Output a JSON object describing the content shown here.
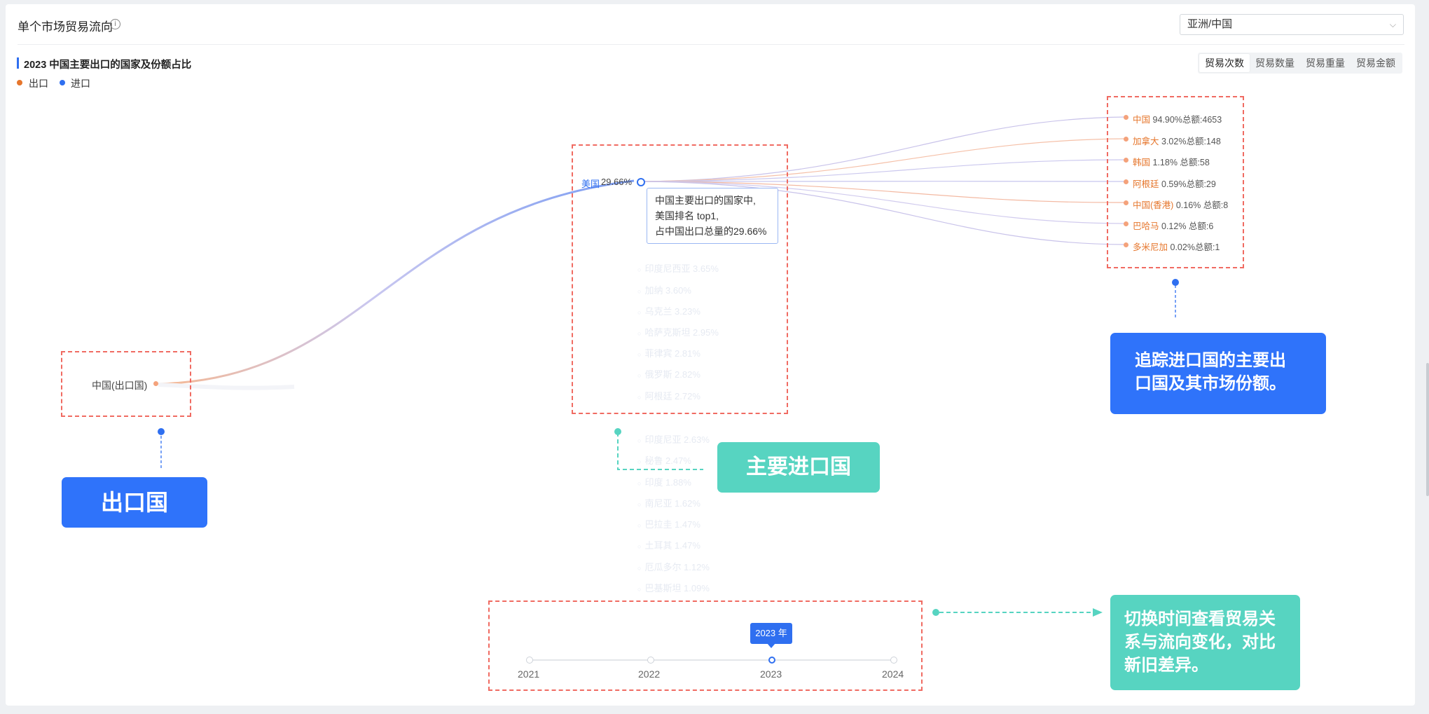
{
  "header": {
    "title": "单个市场贸易流向",
    "info_icon": "info-circle-icon",
    "region_select": {
      "value": "亚洲/中国",
      "icon": "chevron-down-icon"
    }
  },
  "chart_header": {
    "title": "2023 中国主要出口的国家及份额占比",
    "legend": [
      {
        "label": "出口",
        "color": "#e6762c"
      },
      {
        "label": "进口",
        "color": "#2f6ff0"
      }
    ],
    "metric_tabs": [
      "贸易次数",
      "贸易数量",
      "贸易重量",
      "贸易金额"
    ],
    "active_metric": "贸易次数"
  },
  "flow": {
    "origin": {
      "label": "中国(出口国)"
    },
    "selected": {
      "name": "美国",
      "pct": "29.66%"
    },
    "tooltip": [
      "中国主要出口的国家中,",
      "美国排名 top1,",
      "占中国出口总量的29.66%"
    ],
    "faded_items": [
      "印度尼西亚 3.65%",
      "加纳 3.60%",
      "乌克兰 3.23%",
      "哈萨克斯坦 2.95%",
      "菲律宾 2.81%",
      "俄罗斯 2.82%",
      "阿根廷 2.72%",
      "印度尼亚 2.63%",
      "秘鲁 2.47%",
      "印度 1.88%",
      "南尼亚 1.62%",
      "巴拉圭 1.47%",
      "土耳其 1.47%",
      "厄瓜多尔 1.12%",
      "巴基斯坦 1.09%"
    ],
    "destinations": [
      {
        "name": "中国",
        "stats": "94.90%总额:4653"
      },
      {
        "name": "加拿大",
        "stats": "3.02%总额:148"
      },
      {
        "name": "韩国",
        "stats": "1.18% 总额:58"
      },
      {
        "name": "阿根廷",
        "stats": "0.59%总额:29"
      },
      {
        "name": "中国(香港)",
        "stats": "0.16% 总额:8"
      },
      {
        "name": "巴哈马",
        "stats": "0.12% 总额:6"
      },
      {
        "name": "多米尼加",
        "stats": "0.02%总额:1"
      }
    ]
  },
  "callouts": {
    "exporter": "出口国",
    "main_importer": "主要进口国",
    "trace": "追踪进口国的主要出口国及其市场份额。",
    "time_switch": "切换时间查看贸易关系与流向变化，对比新旧差异。"
  },
  "timeline": {
    "years": [
      "2021",
      "2022",
      "2023",
      "2024"
    ],
    "selected_label": "2023 年"
  },
  "colors": {
    "accent_blue": "#2f6ff0",
    "callout_blue": "#2f73fa",
    "callout_teal": "#57d4c1",
    "dash_red": "#f06b62",
    "export_orange": "#e6762c"
  }
}
